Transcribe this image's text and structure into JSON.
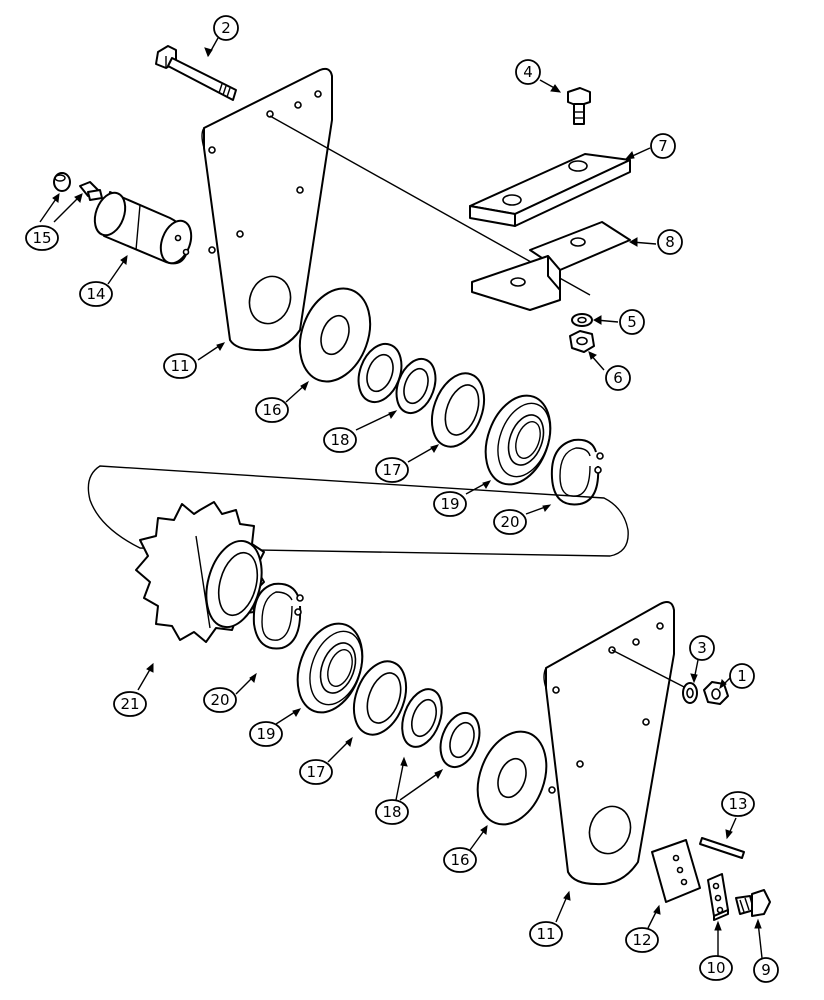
{
  "callouts": [
    {
      "id": "c1",
      "label": "1"
    },
    {
      "id": "c2",
      "label": "2"
    },
    {
      "id": "c3",
      "label": "3"
    },
    {
      "id": "c4",
      "label": "4"
    },
    {
      "id": "c5",
      "label": "5"
    },
    {
      "id": "c6",
      "label": "6"
    },
    {
      "id": "c7",
      "label": "7"
    },
    {
      "id": "c8",
      "label": "8"
    },
    {
      "id": "c9",
      "label": "9"
    },
    {
      "id": "c10",
      "label": "10"
    },
    {
      "id": "c11a",
      "label": "11"
    },
    {
      "id": "c11b",
      "label": "11"
    },
    {
      "id": "c12",
      "label": "12"
    },
    {
      "id": "c13",
      "label": "13"
    },
    {
      "id": "c14",
      "label": "14"
    },
    {
      "id": "c15",
      "label": "15"
    },
    {
      "id": "c16a",
      "label": "16"
    },
    {
      "id": "c16b",
      "label": "16"
    },
    {
      "id": "c17a",
      "label": "17"
    },
    {
      "id": "c17b",
      "label": "17"
    },
    {
      "id": "c18a",
      "label": "18"
    },
    {
      "id": "c18b",
      "label": "18"
    },
    {
      "id": "c19a",
      "label": "19"
    },
    {
      "id": "c19b",
      "label": "19"
    },
    {
      "id": "c20a",
      "label": "20"
    },
    {
      "id": "c20b",
      "label": "20"
    },
    {
      "id": "c21",
      "label": "21"
    }
  ]
}
